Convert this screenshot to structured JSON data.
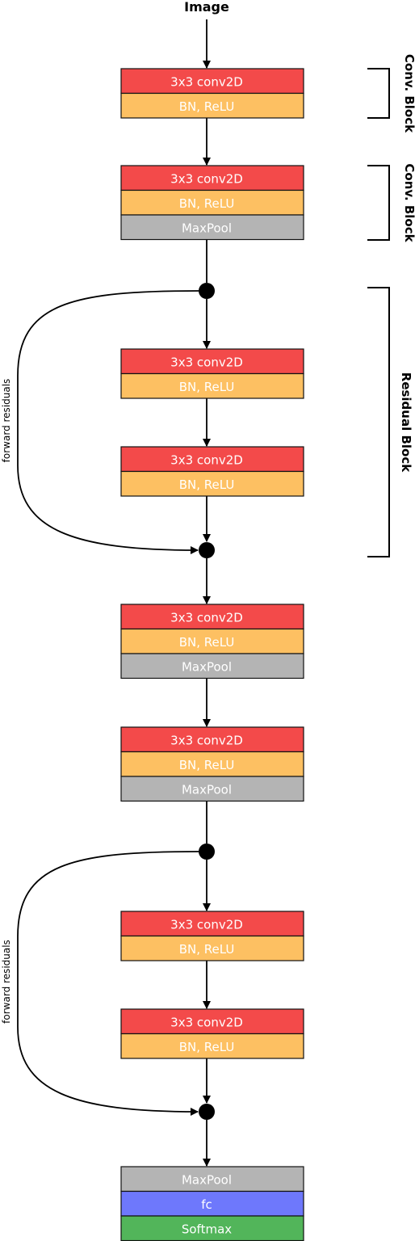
{
  "input_label": "Image",
  "colors": {
    "conv": "#f34a4a",
    "bn": "#fdc062",
    "pool": "#b4b4b4",
    "fc": "#6e78fc",
    "softmax": "#52b55a",
    "line": "#000000"
  },
  "labels": {
    "conv": "3x3 conv2D",
    "bn": "BN, ReLU",
    "pool": "MaxPool",
    "fc": "fc",
    "softmax": "Softmax"
  },
  "stacks": [
    {
      "id": "stack-1",
      "layers": [
        "conv",
        "bn"
      ]
    },
    {
      "id": "stack-2",
      "layers": [
        "conv",
        "bn",
        "pool"
      ]
    },
    {
      "id": "stack-3",
      "layers": [
        "conv",
        "bn"
      ]
    },
    {
      "id": "stack-4",
      "layers": [
        "conv",
        "bn"
      ]
    },
    {
      "id": "stack-5",
      "layers": [
        "conv",
        "bn",
        "pool"
      ]
    },
    {
      "id": "stack-6",
      "layers": [
        "conv",
        "bn",
        "pool"
      ]
    },
    {
      "id": "stack-7",
      "layers": [
        "conv",
        "bn"
      ]
    },
    {
      "id": "stack-8",
      "layers": [
        "conv",
        "bn"
      ]
    },
    {
      "id": "stack-9",
      "layers": [
        "pool",
        "fc",
        "softmax"
      ]
    }
  ],
  "brackets": [
    {
      "label": "Conv. Block"
    },
    {
      "label": "Conv. Block"
    },
    {
      "label": "Residual Block"
    }
  ],
  "skip_connections": [
    {
      "label": "forward residuals"
    },
    {
      "label": "forward residuals"
    }
  ]
}
